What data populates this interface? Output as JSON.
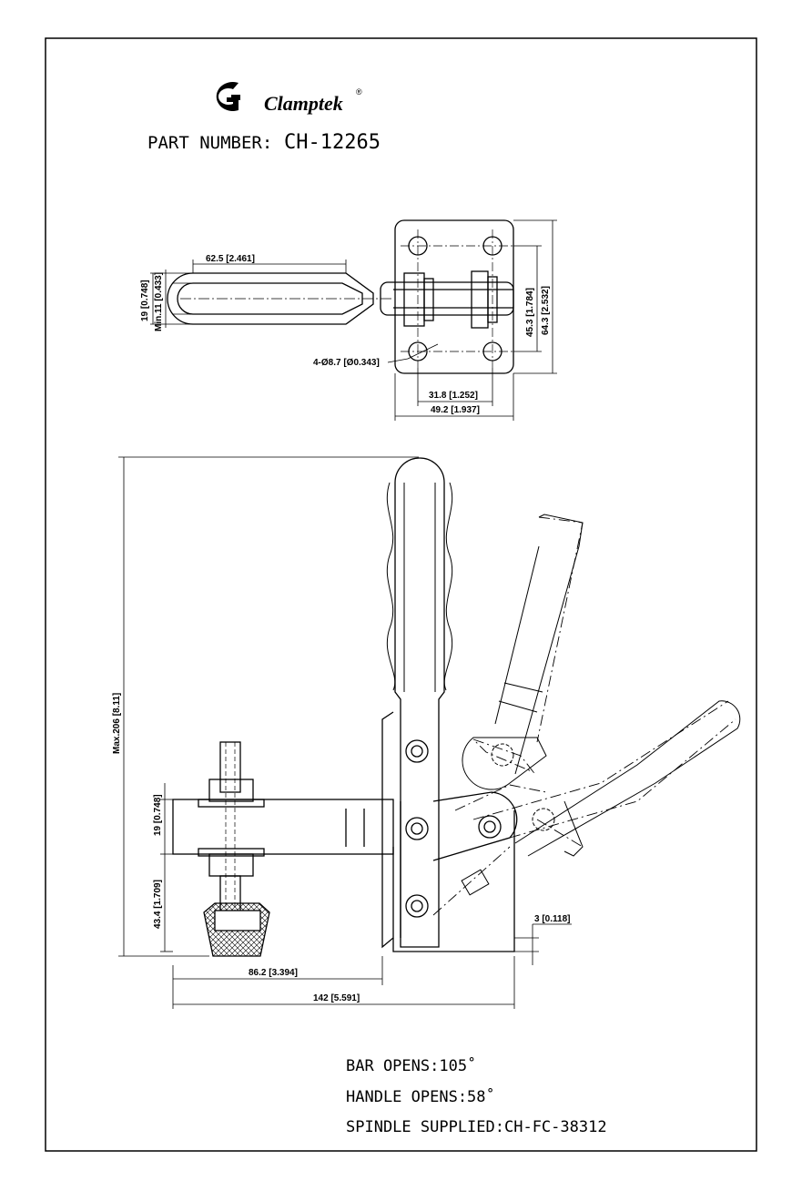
{
  "brand": {
    "name": "Clamptek",
    "registered": "®"
  },
  "part": {
    "label": "PART NUMBER:",
    "number": "CH-12265"
  },
  "top_view": {
    "handle_length": "62.5 [2.461]",
    "handle_width": "19 [0.748]",
    "handle_min": "Min.11 [0.433]",
    "holes": "4-Ø8.7 [Ø0.343]",
    "hole_spacing_y": "45.3 [1.784]",
    "base_height": "64.3 [2.532]",
    "hole_spacing_x": "31.8 [1.252]",
    "base_width": "49.2 [1.937]"
  },
  "side_view": {
    "max_height": "Max.206 [8.11]",
    "bar_width": "19 [0.748]",
    "bar_height": "43.4 [1.709]",
    "base_thickness": "3 [0.118]",
    "reach": "86.2 [3.394]",
    "overall_length": "142 [5.591]"
  },
  "notes": [
    "BAR OPENS:105˚",
    "HANDLE OPENS:58˚",
    "SPINDLE SUPPLIED:CH-FC-38312"
  ]
}
